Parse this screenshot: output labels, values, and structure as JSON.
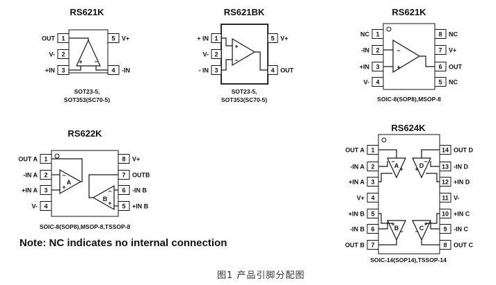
{
  "packages": [
    {
      "id": "rs621k",
      "name": "RS621K",
      "footnote": [
        "SOT23-5,",
        "SOT353(SC70-5)"
      ],
      "left_pins": [
        {
          "num": "1",
          "label": "OUT"
        },
        {
          "num": "2",
          "label": "V-"
        },
        {
          "num": "3",
          "label": "+IN"
        }
      ],
      "right_pins": [
        {
          "num": "5",
          "label": "V+"
        },
        {
          "num": "4",
          "label": "-IN"
        }
      ]
    },
    {
      "id": "rs621bk",
      "name": "RS621BK",
      "footnote": [
        "SOT23-5,",
        "SOT353(SC70-5)"
      ],
      "left_pins": [
        {
          "num": "1",
          "label": "+ IN"
        },
        {
          "num": "2",
          "label": "V-"
        },
        {
          "num": "3",
          "label": "- IN"
        }
      ],
      "right_pins": [
        {
          "num": "5",
          "label": "V+"
        },
        {
          "num": "4",
          "label": "OUT"
        }
      ]
    },
    {
      "id": "rs621k-soic8",
      "name": "RS621K",
      "footnote": [
        "SOIC-8(SOP8),MSOP-8"
      ],
      "left_pins": [
        {
          "num": "1",
          "label": "NC"
        },
        {
          "num": "2",
          "label": "-IN"
        },
        {
          "num": "3",
          "label": "+IN"
        },
        {
          "num": "4",
          "label": "V-"
        }
      ],
      "right_pins": [
        {
          "num": "8",
          "label": "NC"
        },
        {
          "num": "7",
          "label": "V+"
        },
        {
          "num": "6",
          "label": "OUT"
        },
        {
          "num": "5",
          "label": "NC"
        }
      ]
    },
    {
      "id": "rs622k",
      "name": "RS622K",
      "footnote": [
        "SOIC-8(SOP8),MSOP-8,TSSOP-8"
      ],
      "left_pins": [
        {
          "num": "1",
          "label": "OUT A"
        },
        {
          "num": "2",
          "label": "-IN A"
        },
        {
          "num": "3",
          "label": "+IN A"
        },
        {
          "num": "4",
          "label": "V-"
        }
      ],
      "right_pins": [
        {
          "num": "8",
          "label": "V+"
        },
        {
          "num": "7",
          "label": "OUTB"
        },
        {
          "num": "6",
          "label": "-IN B"
        },
        {
          "num": "5",
          "label": "+IN B"
        }
      ],
      "amp_labels": [
        "A",
        "B"
      ]
    },
    {
      "id": "rs624k",
      "name": "RS624K",
      "footnote": [
        "SOIC-14(SOP14),TSSOP-14"
      ],
      "left_pins": [
        {
          "num": "1",
          "label": "OUT A"
        },
        {
          "num": "2",
          "label": "-IN A"
        },
        {
          "num": "3",
          "label": "+IN A"
        },
        {
          "num": "4",
          "label": "V+"
        },
        {
          "num": "5",
          "label": "+IN B"
        },
        {
          "num": "6",
          "label": "-IN B"
        },
        {
          "num": "7",
          "label": "OUT B"
        }
      ],
      "right_pins": [
        {
          "num": "14",
          "label": "OUT D"
        },
        {
          "num": "13",
          "label": "-IN D"
        },
        {
          "num": "12",
          "label": "+IN D"
        },
        {
          "num": "11",
          "label": "V-"
        },
        {
          "num": "10",
          "label": "+IN C"
        },
        {
          "num": "9",
          "label": "-IN C"
        },
        {
          "num": "8",
          "label": "OUT C"
        }
      ],
      "amp_labels": [
        "A",
        "D",
        "B",
        "C"
      ]
    }
  ],
  "note": "Note: NC indicates no internal connection",
  "caption": "图1 产品引脚分配图",
  "symbols": {
    "plus": "+",
    "minus": "−"
  }
}
